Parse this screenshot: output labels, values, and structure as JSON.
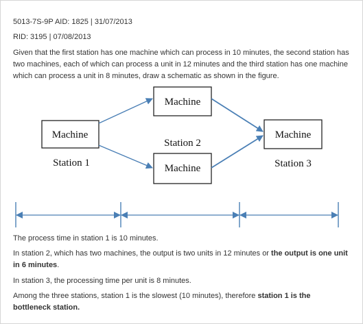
{
  "header": {
    "meta": "5013-7S-9P AID: 1825 | 31/07/2013",
    "rid": "RID: 3195 | 07/08/2013"
  },
  "question": "Given that the first station has one machine which can process in 10 minutes, the second station has two machines, each of which can process a unit in 12 minutes and the third station has one machine which can process a unit in 8 minutes, draw a schematic as shown in the figure.",
  "diagram": {
    "machine_label": "Machine",
    "station1_label": "Station 1",
    "station2_label": "Station 2",
    "station3_label": "Station 3",
    "line_color": "#4a7fb5"
  },
  "answer": {
    "line1": "The process time in station 1 is 10 minutes.",
    "line2_text": "In station 2, which has two machines, the output is two units in 12 minutes or ",
    "line2_bold": "the output is one unit in 6 minutes",
    "line2_end": ".",
    "line3": "In station 3, the processing time per unit is 8 minutes.",
    "line4_text": "Among the three stations, station 1 is the slowest (10 minutes), therefore ",
    "line4_bold": "station 1 is the bottleneck station."
  }
}
